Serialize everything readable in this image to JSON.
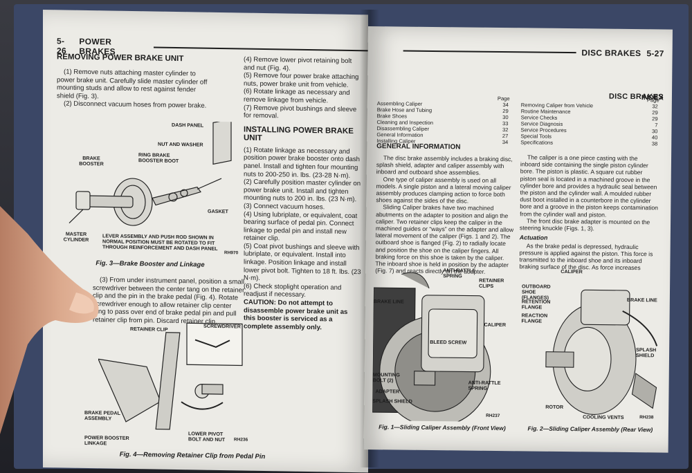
{
  "left_page": {
    "page_number": "5-26",
    "section_title": "POWER BRAKES",
    "removing": {
      "heading": "REMOVING POWER BRAKE UNIT",
      "steps": [
        "(1) Remove nuts attaching master cylinder to power brake unit. Carefully slide master cylinder off mounting studs and allow to rest against fender shield (Fig. 3).",
        "(2) Disconnect vacuum hoses from power brake."
      ],
      "steps_continued": [
        "(3) From under instrument panel, position a small screwdriver between the center tang on the retainer clip and the pin in the brake pedal (Fig. 4). Rotate screwdriver enough to allow retainer clip center tang to pass over end of brake pedal pin and pull retainer clip from pin. Discard retainer clip."
      ]
    },
    "col2_top": [
      "(4) Remove lower pivot retaining bolt and nut (Fig. 4).",
      "(5) Remove four power brake attaching nuts, power brake unit from vehicle.",
      "(6) Rotate linkage as necessary and remove linkage from vehicle.",
      "(7) Remove pivot bushings and sleeve for removal."
    ],
    "installing": {
      "heading": "INSTALLING POWER BRAKE UNIT",
      "steps": [
        "(1) Rotate linkage as necessary and position power brake booster onto dash panel. Install and tighten four mounting nuts to 200-250 in. lbs. (23-28 N·m).",
        "(2) Carefully position master cylinder on power brake unit. Install and tighten mounting nuts to 200 in. lbs. (23 N·m).",
        "(3) Connect vacuum hoses.",
        "(4) Using lubriplate, or equivalent, coat bearing surface of pedal pin. Connect linkage to pedal pin and install new retainer clip.",
        "(5) Coat pivot bushings and sleeve with lubriplate, or equivalent. Install into linkage. Position linkage and install lower pivot bolt. Tighten to 18 ft. lbs. (23 N·m).",
        "(6) Check stoplight operation and readjust if necessary."
      ],
      "caution": "CAUTION: Do not attempt to disassemble power brake unit as this booster is serviced as a complete assembly only."
    },
    "fig3": {
      "caption": "Fig. 3—Brake Booster and Linkage",
      "code": "RH970",
      "labels": {
        "dash_panel": "DASH PANEL",
        "nut_washer": "NUT AND WASHER",
        "brake_booster": "BRAKE BOOSTER",
        "ring_boot": "RING BRAKE BOOSTER BOOT",
        "gasket": "GASKET",
        "master_cylinder": "MASTER CYLINDER",
        "note": "LEVER ASSEMBLY AND PUSH ROD SHOWN IN NORMAL POSITION MUST BE ROTATED TO FIT THROUGH REINFORCEMENT AND DASH PANEL"
      }
    },
    "fig4": {
      "caption": "Fig. 4—Removing Retainer Clip from Pedal Pin",
      "code": "RH236",
      "labels": {
        "retainer_clip": "RETAINER CLIP",
        "screwdriver": "SCREWDRIVER",
        "brake_pedal": "BRAKE PEDAL ASSEMBLY",
        "booster_linkage": "POWER BOOSTER LINKAGE",
        "pivot_bolt": "LOWER PIVOT BOLT AND NUT"
      }
    }
  },
  "right_page": {
    "page_number": "5-27",
    "section_title": "DISC BRAKES",
    "title": "DISC BRAKES",
    "index_title": "INDEX",
    "page_col_label": "Page",
    "index_left": [
      {
        "item": "Assembling Caliper",
        "page": "34"
      },
      {
        "item": "Brake Hose and Tubing",
        "page": "29"
      },
      {
        "item": "Brake Shoes",
        "page": "30"
      },
      {
        "item": "Cleaning and Inspection",
        "page": "33"
      },
      {
        "item": "Disassembling Caliper",
        "page": "32"
      },
      {
        "item": "General Information",
        "page": "27"
      },
      {
        "item": "Installing Caliper",
        "page": "34"
      }
    ],
    "index_right": [
      {
        "item": "Removing Caliper from Vehicle",
        "page": "32"
      },
      {
        "item": "Routine Maintenance",
        "page": "29"
      },
      {
        "item": "Service Checks",
        "page": "29"
      },
      {
        "item": "Service Diagnosis",
        "page": "7"
      },
      {
        "item": "Service Procedures",
        "page": "30"
      },
      {
        "item": "Special Tools",
        "page": "40"
      },
      {
        "item": "Specifications",
        "page": "38"
      }
    ],
    "general": {
      "heading": "GENERAL INFORMATION",
      "paragraphs": [
        "The disc brake assembly includes a braking disc, splash shield, adapter and caliper assembly with inboard and outboard shoe assemblies.",
        "One type of caliper assembly is used on all models. A single piston and a lateral moving caliper assembly produces clamping action to force both shoes against the sides of the disc.",
        "Sliding Caliper brakes have two machined abutments on the adapter to position and align the caliper. Two retainer clips keep the caliper in the machined guides or “ways” on the adapter and allow lateral movement of the caliper (Figs. 1 and 2). The outboard shoe is flanged (Fig. 2) to radially locate and position the shoe on the caliper fingers. All braking force on this shoe is taken by the caliper. The inboard shoe is held in position by the adapter (Fig. 7) and reacts directly on the adapter."
      ],
      "col2": [
        "The caliper is a one piece casting with the inboard side containing the single piston cylinder bore. The piston is plastic. A square cut rubber piston seal is located in a machined groove in the cylinder bore and provides a hydraulic seal between the piston and the cylinder wall. A moulded rubber dust boot installed in a counterbore in the cylinder bore and a groove in the piston keeps contamination from the cylinder wall and piston.",
        "The front disc brake adapter is mounted on the steering knuckle (Figs. 1, 3)."
      ],
      "actuation_heading": "Actuation",
      "actuation": "As the brake pedal is depressed, hydraulic pressure is applied against the piston. This force is transmitted to the inboard shoe and its inboard braking surface of the disc. As force increases"
    },
    "fig1": {
      "caption": "Fig. 1—Sliding Caliper Assembly (Front View)",
      "code": "RH237",
      "labels": {
        "anti_rattle_spring": "ANTI-RATTLE SPRING",
        "retainer_clips": "RETAINER CLIPS",
        "brake_line": "BRAKE LINE",
        "caliper": "CALIPER",
        "bleed_screw": "BLEED SCREW",
        "mounting_bolt": "MOUNTING BOLT (2)",
        "adapter": "ADAPTER",
        "anti_rattle_spring2": "ANTI-RATTLE SPRING",
        "splash_shield": "SPLASH SHIELD"
      }
    },
    "fig2": {
      "caption": "Fig. 2—Sliding Caliper Assembly (Rear View)",
      "code": "RH238",
      "labels": {
        "caliper": "CALIPER",
        "outboard_shoe": "OUTBOARD SHOE (FLANGES)",
        "retention_flange": "RETENTION FLANGE",
        "reaction_flange": "REACTION FLANGE",
        "brake_line": "BRAKE LINE",
        "splash_shield": "SPLASH SHIELD",
        "rotor": "ROTOR",
        "cooling_vents": "COOLING VENTS"
      }
    }
  },
  "colors": {
    "cover": "#3b4766",
    "paper": "#ecebe6",
    "ink": "#1c1c1c",
    "skin": "#d9a689"
  }
}
